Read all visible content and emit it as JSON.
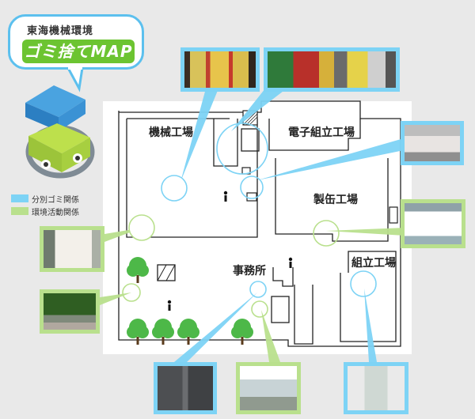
{
  "header": {
    "company": "東海機械環境",
    "title": "ゴミ捨てMAP"
  },
  "legend": [
    "分別ゴミ関係",
    "環境活動関係"
  ],
  "legend_colors": {
    "sorting": "#7dd3f5",
    "environment": "#b9e08d"
  },
  "buildings": [
    "機械工場",
    "電子組立工場",
    "製缶工場",
    "組立工場",
    "事務所"
  ],
  "icons": [
    "mascot-icon",
    "tree-icons",
    "person-icon"
  ]
}
